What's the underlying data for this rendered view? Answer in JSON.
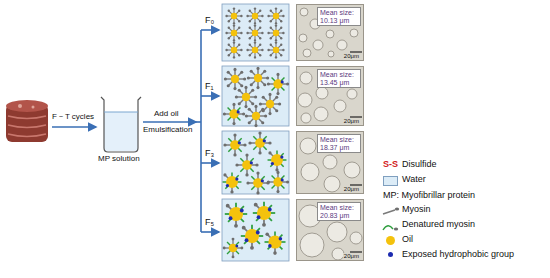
{
  "diagram": {
    "nodes": [
      {
        "text": [
          "20μm"
        ]
      },
      {
        "text": [
          "Mean size: 10.13 μm"
        ],
        "in": 0
      },
      {
        "text": [
          "20μm"
        ]
      },
      {
        "text": [
          "Mean size: 13.45 μm"
        ],
        "in": 2
      },
      {
        "text": [
          "20μm"
        ]
      },
      {
        "text": [
          "Mean size: 18.37 μm"
        ],
        "in": 4
      },
      {
        "text": [
          "20μm"
        ]
      },
      {
        "text": [
          "Mean size: 20.83 μm"
        ],
        "in": 6
      }
    ],
    "labels": [
      "F－T cycles",
      "MP solution",
      "Add oil",
      "Emulsification",
      "F₀",
      "F₁",
      "F₃",
      "F₅",
      "S-S",
      "MP: Myofibrillar protein"
    ],
    "legend": [
      {
        "text": "Disulfide"
      },
      {
        "text": "Water",
        "color": "#dcecf7"
      },
      {
        "text": "Myosin"
      },
      {
        "text": "Denatured myosin"
      },
      {
        "text": "Oil",
        "color": "#f4c20d"
      },
      {
        "text": "Exposed hydrophobic group",
        "color": "#1c2bb0"
      }
    ]
  }
}
